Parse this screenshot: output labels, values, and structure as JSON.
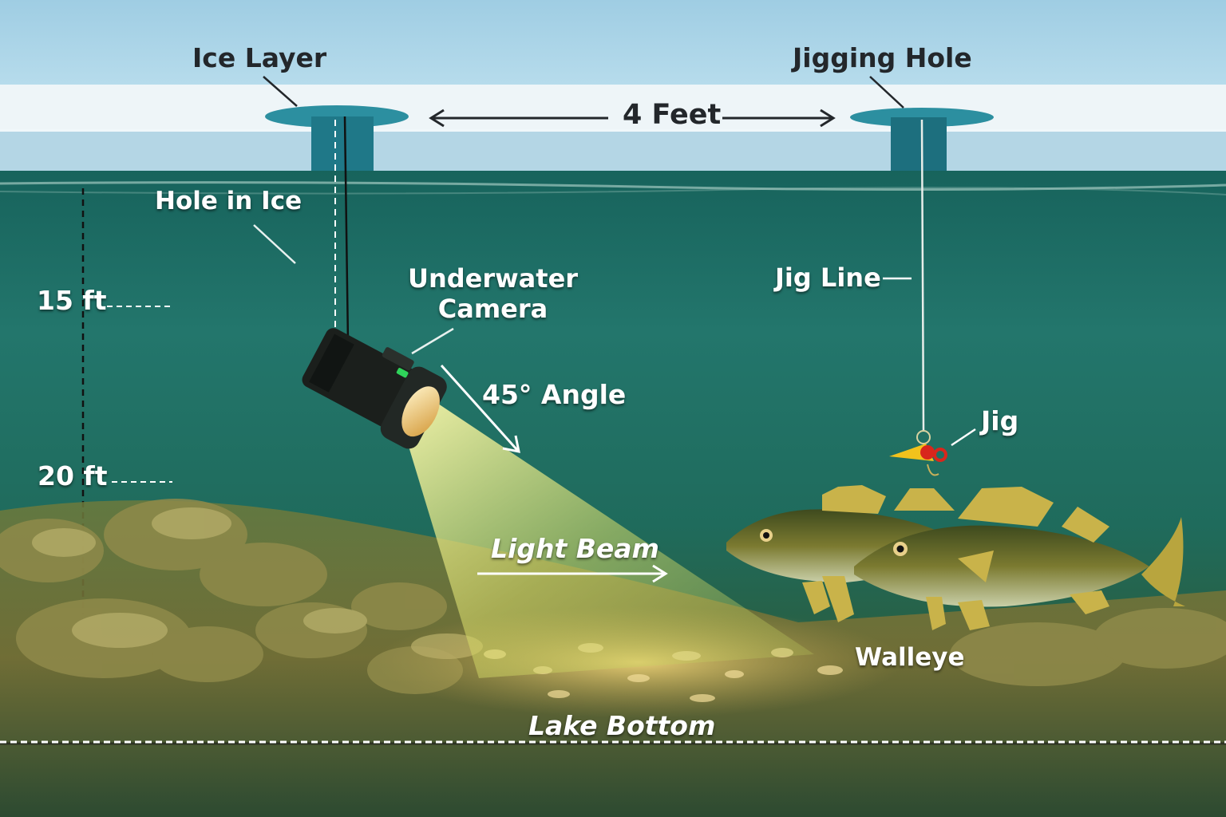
{
  "diagram": {
    "labels": {
      "ice_layer": "Ice Layer",
      "jigging_hole": "Jigging Hole",
      "distance": "4 Feet",
      "hole_in_ice": "Hole in Ice",
      "depth_15": "15 ft",
      "depth_20": "20 ft",
      "underwater_camera_line1": "Underwater",
      "underwater_camera_line2": "Camera",
      "angle": "45° Angle",
      "jig_line": "Jig Line",
      "jig": "Jig",
      "light_beam": "Light Beam",
      "walleye": "Walleye",
      "lake_bottom": "Lake Bottom"
    },
    "colors": {
      "sky": "#a9d3e6",
      "ice_top": "#f2f7f9",
      "ice_side": "#b6d8e6",
      "hole_water": "#2a8ea0",
      "water_top": "#1f6e66",
      "water_mid": "#25776b",
      "water_deep": "#1a5a4a",
      "light_beam": "#e6e47a",
      "lake_bed": "#b29a4c",
      "dark_text": "#23272b",
      "light_text": "#ffffff",
      "camera_led": "#2fd35a",
      "jig_body": "#f2c21c",
      "jig_accent": "#d8261c",
      "fish_body": "#6f7a2e",
      "fish_fin": "#c9b34a"
    }
  }
}
